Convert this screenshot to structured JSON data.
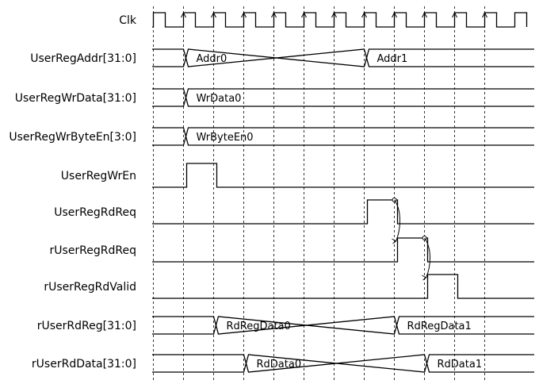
{
  "diagram": {
    "type": "timing-diagram",
    "clock": {
      "name": "Clk",
      "cycles": 12
    },
    "signals": [
      {
        "name": "UserRegAddr[31:0]",
        "kind": "bus",
        "values": [
          {
            "at": 0,
            "label": "Addr0"
          },
          {
            "at": 6,
            "label": "Addr1"
          }
        ]
      },
      {
        "name": "UserRegWrData[31:0]",
        "kind": "bus",
        "values": [
          {
            "at": 0,
            "label": "WrData0"
          }
        ]
      },
      {
        "name": "UserRegWrByteEn[3:0]",
        "kind": "bus",
        "values": [
          {
            "at": 0,
            "label": "WrByteEn0"
          }
        ]
      },
      {
        "name": "UserRegWrEn",
        "kind": "bit",
        "high": [
          [
            0,
            1
          ]
        ]
      },
      {
        "name": "UserRegRdReq",
        "kind": "bit",
        "high": [
          [
            6,
            7
          ]
        ]
      },
      {
        "name": "rUserRegRdReq",
        "kind": "bit",
        "high": [
          [
            7,
            8
          ]
        ]
      },
      {
        "name": "rUserRegRdValid",
        "kind": "bit",
        "high": [
          [
            8,
            9
          ]
        ]
      },
      {
        "name": "rUserRdReg[31:0]",
        "kind": "bus",
        "values": [
          {
            "at": 1,
            "label": "RdRegData0"
          },
          {
            "at": 7,
            "label": "RdRegData1"
          }
        ]
      },
      {
        "name": "rUserRdData[31:0]",
        "kind": "bus",
        "values": [
          {
            "at": 2,
            "label": "RdData0"
          },
          {
            "at": 8,
            "label": "RdData1"
          }
        ]
      }
    ]
  }
}
